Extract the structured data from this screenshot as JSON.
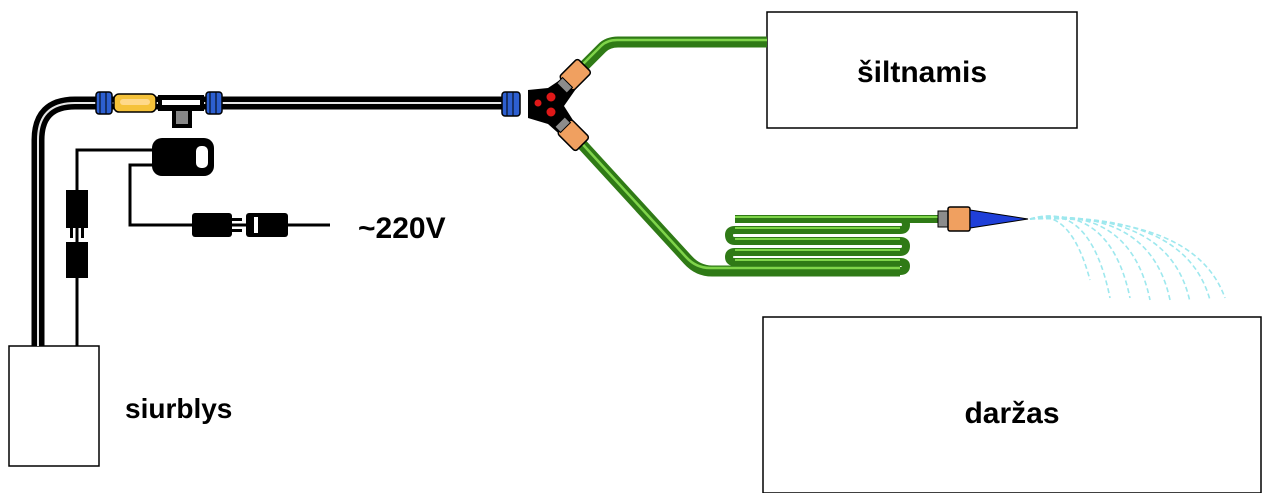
{
  "labels": {
    "greenhouse": "šiltnamis",
    "garden": "daržas",
    "pump": "siurblys",
    "voltage": "~220V"
  },
  "colors": {
    "main_hose": "#000000",
    "hose_highlight": "#ffffff",
    "green_hose": "#2f7a16",
    "green_hose_light": "#7fd44a",
    "fitting_blue": "#2d5fd0",
    "fitting_orange": "#f0a060",
    "fitting_gray": "#8c8c8c",
    "valve_yellow": "#f5c23a",
    "splitter_red": "#e01818",
    "nozzle_blue": "#1f3fd8",
    "water_spray": "#9ee8ee"
  }
}
